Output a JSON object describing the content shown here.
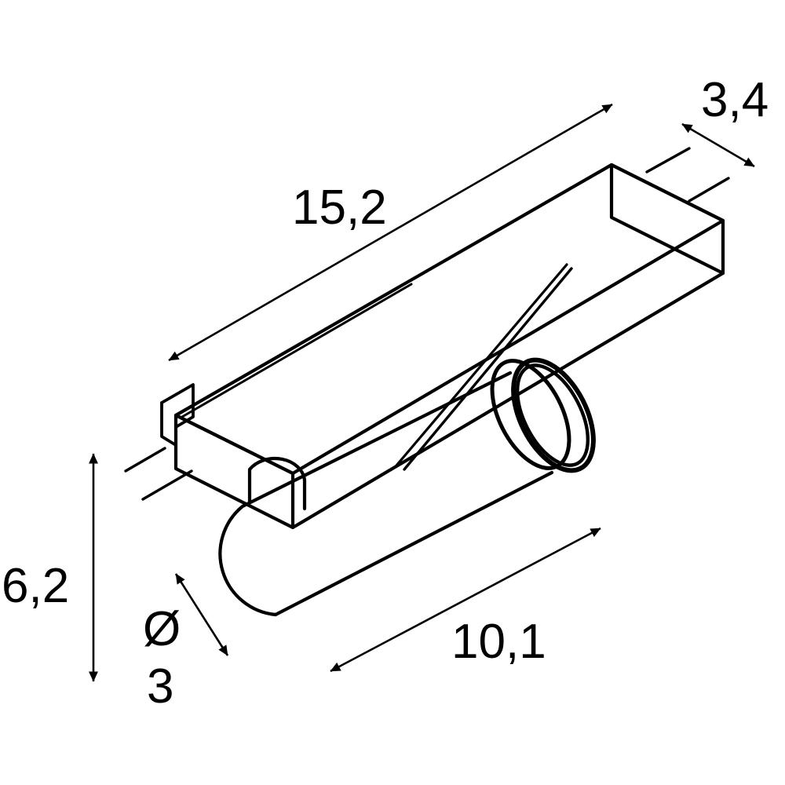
{
  "drawing": {
    "title": "Track spotlight dimension drawing",
    "subject": "track-mounted spotlight luminaire",
    "projection": "isometric",
    "units_note": "",
    "line_color": "#000000",
    "background_color": "#ffffff"
  },
  "dimensions": {
    "length": {
      "label": "15,2",
      "name": "overall-length",
      "arrow_style": "double-ended",
      "orientation": "diagonal-up-right"
    },
    "width": {
      "label": "3,4",
      "name": "housing-width",
      "arrow_style": "double-ended",
      "orientation": "diagonal-down-right"
    },
    "height": {
      "label": "6,2",
      "name": "overall-height",
      "arrow_style": "double-ended",
      "orientation": "vertical"
    },
    "depth": {
      "label": "10,1",
      "name": "spot-projection-length",
      "arrow_style": "double-ended",
      "orientation": "diagonal-up-right"
    },
    "diameter": {
      "symbol": "Ø",
      "label": "3",
      "name": "spot-head-diameter",
      "arrow_style": "double-ended",
      "orientation": "diagonal-down-right"
    }
  },
  "parts": [
    {
      "name": "track-adapter-housing",
      "shape": "rectangular-box"
    },
    {
      "name": "track-connector-notch",
      "shape": "stepped-profile"
    },
    {
      "name": "housing-top-groove",
      "shape": "line"
    },
    {
      "name": "pivot-tab",
      "shape": "half-round"
    },
    {
      "name": "spot-cylinder-body",
      "shape": "cylinder"
    },
    {
      "name": "spot-head-ring",
      "shape": "double-ellipse"
    }
  ]
}
